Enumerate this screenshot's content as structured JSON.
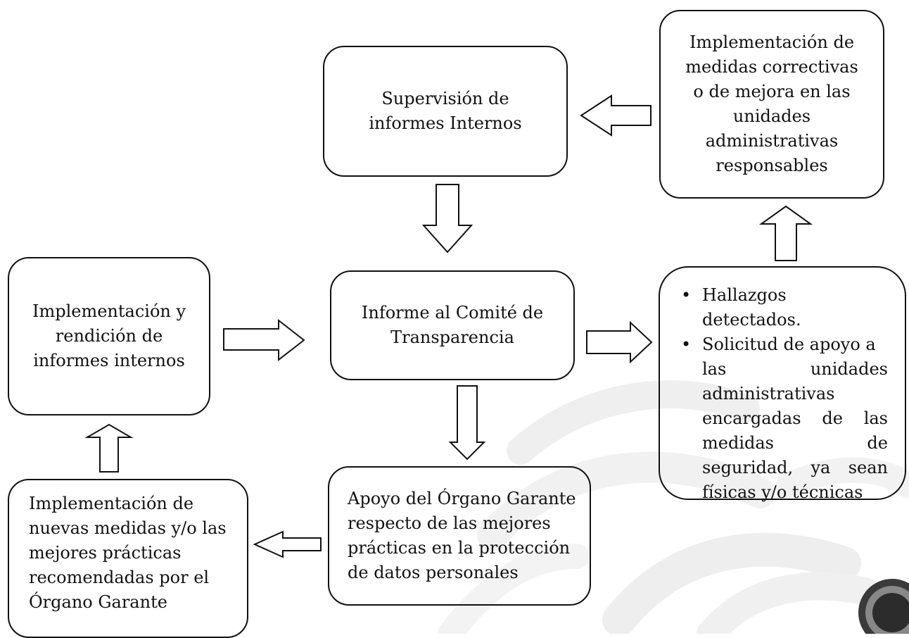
{
  "boxes": {
    "corrective": "Implementación de\nmedidas correctivas\no de mejora en las\nunidades\nadministrativas\nresponsables",
    "supervision": "Supervisión de\ninformes Internos",
    "implementation": "Implementación y\nrendición de\ninformes internos",
    "committee": "Informe al Comité de\nTransparencia",
    "findings": {
      "items": [
        "Hallazgos detectados.",
        "Solicitud de apoyo a las unidades administrativas encargadas de las medidas de seguridad, ya sean físicas y/o técnicas"
      ],
      "item2_lines": [
        "Solicitud de apoyo a",
        [
          "las",
          "unidades"
        ],
        "administrativas",
        [
          "encargadas",
          "de",
          "las"
        ],
        [
          "medidas",
          "de"
        ],
        [
          "seguridad,",
          "ya",
          "sean"
        ],
        "físicas y/o técnicas"
      ]
    },
    "guarantor": "Apoyo del Órgano Garante\nrespecto de las mejores\nprácticas en la protección\nde datos personales",
    "new_measures": "Implementación de\nnuevas medidas y/o las\nmejores prácticas\nrecomendadas por el\nÓrgano Garante"
  },
  "colors": {
    "stroke": "#111111",
    "watermark": "#ececec"
  }
}
